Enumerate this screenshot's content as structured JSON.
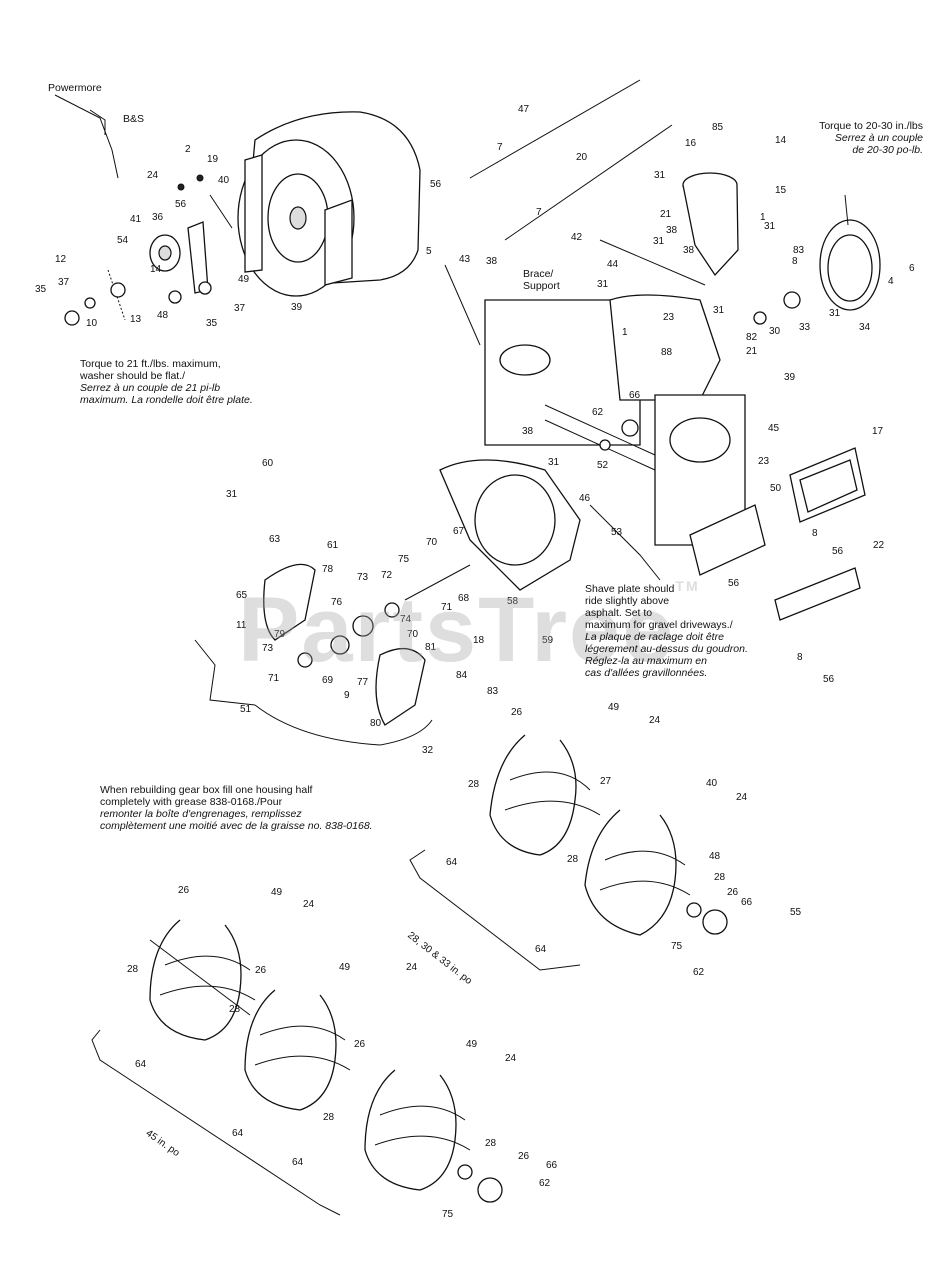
{
  "watermark": {
    "text": "PartsTree",
    "tm": "TM"
  },
  "labels": {
    "powermore": "Powermore",
    "bs": "B&S",
    "brace_support": "Brace/\nSupport"
  },
  "notes": {
    "torque_21": [
      "Torque to 21 ft./lbs. maximum,",
      "washer should be flat./"
    ],
    "torque_21_fr": [
      "Serrez à un couple de 21 pi-lb",
      "maximum. La rondelle doit être plate."
    ],
    "torque_2030": [
      "Torque to 20-30 in./lbs"
    ],
    "torque_2030_fr": [
      "Serrez à un couple",
      "de 20-30 po-lb."
    ],
    "shave_plate": [
      "Shave plate should",
      "ride slightly above",
      "asphalt. Set to",
      "maximum for gravel driveways./"
    ],
    "shave_plate_fr": [
      "La plaque de raclage doit être",
      "légerement au-dessus du goudron.",
      "Réglez-la au maximum en",
      "cas d'allées gravillonnées."
    ],
    "gearbox": [
      "When rebuilding gear box fill one housing half",
      "completely with grease 838-0168./Pour"
    ],
    "gearbox_fr": [
      "remonter la boîte d'engrenages, remplissez",
      "complètement une moitié avec de la graisse no. 838-0168."
    ]
  },
  "group_labels": {
    "small_augers": "28, 30 & 33 in. po",
    "large_augers": "45 in. po"
  },
  "callouts": [
    {
      "n": "2"
    },
    {
      "n": "19"
    },
    {
      "n": "24"
    },
    {
      "n": "56"
    },
    {
      "n": "40"
    },
    {
      "n": "36"
    },
    {
      "n": "41"
    },
    {
      "n": "54"
    },
    {
      "n": "12"
    },
    {
      "n": "14"
    },
    {
      "n": "37"
    },
    {
      "n": "35"
    },
    {
      "n": "10"
    },
    {
      "n": "13"
    },
    {
      "n": "48"
    },
    {
      "n": "35"
    },
    {
      "n": "37"
    },
    {
      "n": "49"
    },
    {
      "n": "39"
    },
    {
      "n": "56"
    },
    {
      "n": "5"
    },
    {
      "n": "47"
    },
    {
      "n": "7"
    },
    {
      "n": "20"
    },
    {
      "n": "7"
    },
    {
      "n": "42"
    },
    {
      "n": "43"
    },
    {
      "n": "38"
    },
    {
      "n": "44"
    },
    {
      "n": "31"
    },
    {
      "n": "23"
    },
    {
      "n": "1"
    },
    {
      "n": "88"
    },
    {
      "n": "16"
    },
    {
      "n": "85"
    },
    {
      "n": "14"
    },
    {
      "n": "15"
    },
    {
      "n": "31"
    },
    {
      "n": "21"
    },
    {
      "n": "38"
    },
    {
      "n": "31"
    },
    {
      "n": "1"
    },
    {
      "n": "31"
    },
    {
      "n": "38"
    },
    {
      "n": "31"
    },
    {
      "n": "83"
    },
    {
      "n": "8"
    },
    {
      "n": "30"
    },
    {
      "n": "33"
    },
    {
      "n": "31"
    },
    {
      "n": "82"
    },
    {
      "n": "21"
    },
    {
      "n": "39"
    },
    {
      "n": "34"
    },
    {
      "n": "4"
    },
    {
      "n": "6"
    },
    {
      "n": "66"
    },
    {
      "n": "62"
    },
    {
      "n": "38"
    },
    {
      "n": "31"
    },
    {
      "n": "52"
    },
    {
      "n": "45"
    },
    {
      "n": "23"
    },
    {
      "n": "46"
    },
    {
      "n": "53"
    },
    {
      "n": "17"
    },
    {
      "n": "50"
    },
    {
      "n": "8"
    },
    {
      "n": "56"
    },
    {
      "n": "56"
    },
    {
      "n": "22"
    },
    {
      "n": "8"
    },
    {
      "n": "56"
    },
    {
      "n": "60"
    },
    {
      "n": "31"
    },
    {
      "n": "61"
    },
    {
      "n": "63"
    },
    {
      "n": "65"
    },
    {
      "n": "11"
    },
    {
      "n": "78"
    },
    {
      "n": "76"
    },
    {
      "n": "73"
    },
    {
      "n": "72"
    },
    {
      "n": "75"
    },
    {
      "n": "70"
    },
    {
      "n": "67"
    },
    {
      "n": "68"
    },
    {
      "n": "71"
    },
    {
      "n": "74"
    },
    {
      "n": "58"
    },
    {
      "n": "59"
    },
    {
      "n": "79"
    },
    {
      "n": "73"
    },
    {
      "n": "71"
    },
    {
      "n": "69"
    },
    {
      "n": "9"
    },
    {
      "n": "77"
    },
    {
      "n": "70"
    },
    {
      "n": "81"
    },
    {
      "n": "18"
    },
    {
      "n": "84"
    },
    {
      "n": "80"
    },
    {
      "n": "83"
    },
    {
      "n": "51"
    },
    {
      "n": "32"
    },
    {
      "n": "26"
    },
    {
      "n": "49"
    },
    {
      "n": "24"
    },
    {
      "n": "28"
    },
    {
      "n": "27"
    },
    {
      "n": "28"
    },
    {
      "n": "40"
    },
    {
      "n": "24"
    },
    {
      "n": "48"
    },
    {
      "n": "28"
    },
    {
      "n": "26"
    },
    {
      "n": "66"
    },
    {
      "n": "55"
    },
    {
      "n": "64"
    },
    {
      "n": "64"
    },
    {
      "n": "75"
    },
    {
      "n": "62"
    },
    {
      "n": "26"
    },
    {
      "n": "49"
    },
    {
      "n": "24"
    },
    {
      "n": "28"
    },
    {
      "n": "26"
    },
    {
      "n": "28"
    },
    {
      "n": "64"
    },
    {
      "n": "49"
    },
    {
      "n": "24"
    },
    {
      "n": "26"
    },
    {
      "n": "64"
    },
    {
      "n": "28"
    },
    {
      "n": "49"
    },
    {
      "n": "24"
    },
    {
      "n": "64"
    },
    {
      "n": "28"
    },
    {
      "n": "26"
    },
    {
      "n": "66"
    },
    {
      "n": "62"
    },
    {
      "n": "75"
    }
  ]
}
